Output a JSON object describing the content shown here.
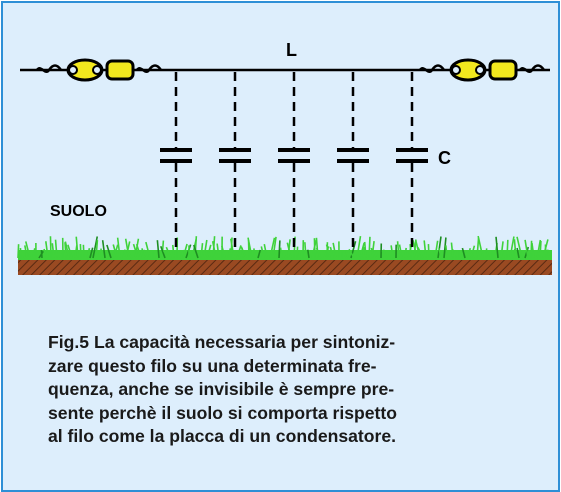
{
  "labels": {
    "wire": "L",
    "capacitance": "C",
    "ground": "SUOLO"
  },
  "caption": "Fig.5 La capacità necessaria per sintoniz-zare questo filo su una determinata fre-quenza, anche se invisibile è sempre pre-sente perchè il suolo si comporta rispetto al filo come la placca di un condensatore.",
  "caption_lines": [
    "Fig.5 La capacità necessaria per sintoniz-",
    "zare questo filo su una determinata fre-",
    "quenza, anche se invisibile è sempre pre-",
    "sente perchè il suolo si comporta rispetto",
    "al filo come la placca di un condensatore."
  ],
  "capacitor_count": 5,
  "colors": {
    "background": "#ddeefc",
    "border": "#2e8fd6",
    "grass": "#3fd23a",
    "soil": "#9a4a22",
    "insulator": "#f2e81e"
  },
  "icons": [
    "insulator-icon",
    "capacitor-icon"
  ]
}
